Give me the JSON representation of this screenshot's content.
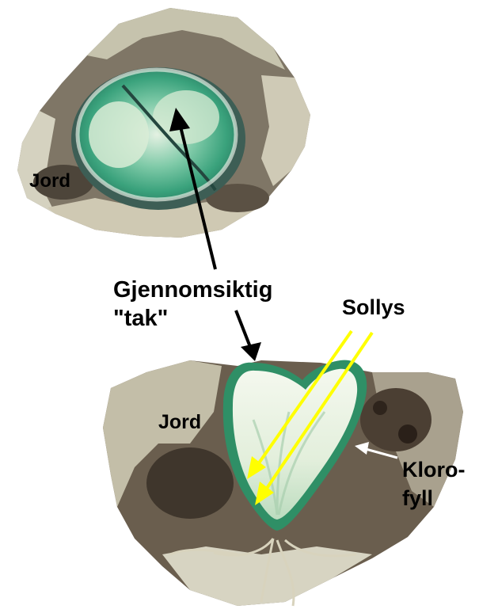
{
  "labels": {
    "soil_top": "Jord",
    "window_line1": "Gjennomsiktig",
    "window_line2": "\"tak\"",
    "sunlight": "Sollys",
    "soil_bottom": "Jord",
    "chlorophyll_line1": "Kloro-",
    "chlorophyll_line2": "fyll"
  },
  "colors": {
    "sun_arrow": "#ffff00",
    "pointer_arrow": "#000000",
    "chlorophyll_arrow": "#ffffff",
    "leaf_green": "#2e9a6e",
    "leaf_pale": "#e9f3e4",
    "soil_dark": "#55483a",
    "soil_light": "#d9d6c4"
  }
}
